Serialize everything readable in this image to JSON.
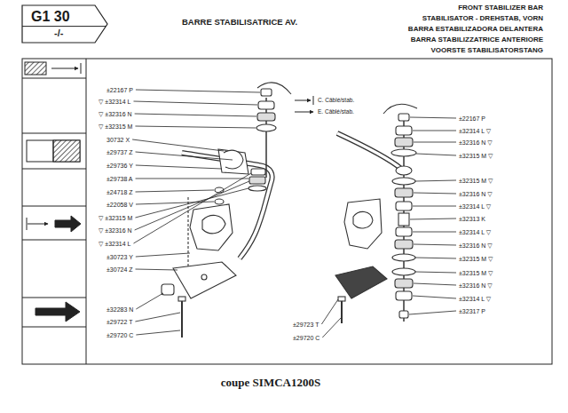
{
  "diagram": {
    "title": "BARRE STABILISATRICE AV.",
    "caption": "coupe SIMCA1200S",
    "nodes": [
      {
        "text": [
          "G1 30",
          "-/-"
        ]
      }
    ],
    "labels": [
      "FRONT STABILIZER BAR",
      "STABILISATOR - DREHSTAB, VORN",
      "BARRA ESTABILIZADORA DELANTERA",
      "BARRA STABILIZZATRICE ANTERIORE",
      "VOORSTE STABILISATORSTANG",
      "±22167 P",
      "▽ ±32314 L",
      "▽ ±32316 N",
      "▽ ±32315 M",
      "30732 X",
      "±29737 Z",
      "±29736 Y",
      "±29738 A",
      "±24718 Z",
      "±22058 V",
      "▽ ±32315 M",
      "▽ ±32316 N",
      "▽ ±32314 L",
      "±30723 Y",
      "±30724 Z",
      "±32283 N",
      "±29722 T",
      "±29720 C",
      "C. Câblé/stab.",
      "E. Câblé/stab.",
      "±22167 P",
      "±32314 L ▽",
      "±32316 N ▽",
      "±32315 M ▽",
      "±32315 M ▽",
      "±32316 N ▽",
      "±32314 L ▽",
      "±32313 K",
      "±32314 L ▽",
      "±32316 N ▽",
      "±32315 M ▽",
      "±32315 M ▽",
      "±32316 N ▽",
      "±32314 L ▽",
      "±32317 P",
      "±29723 T",
      "±29720 C"
    ]
  }
}
